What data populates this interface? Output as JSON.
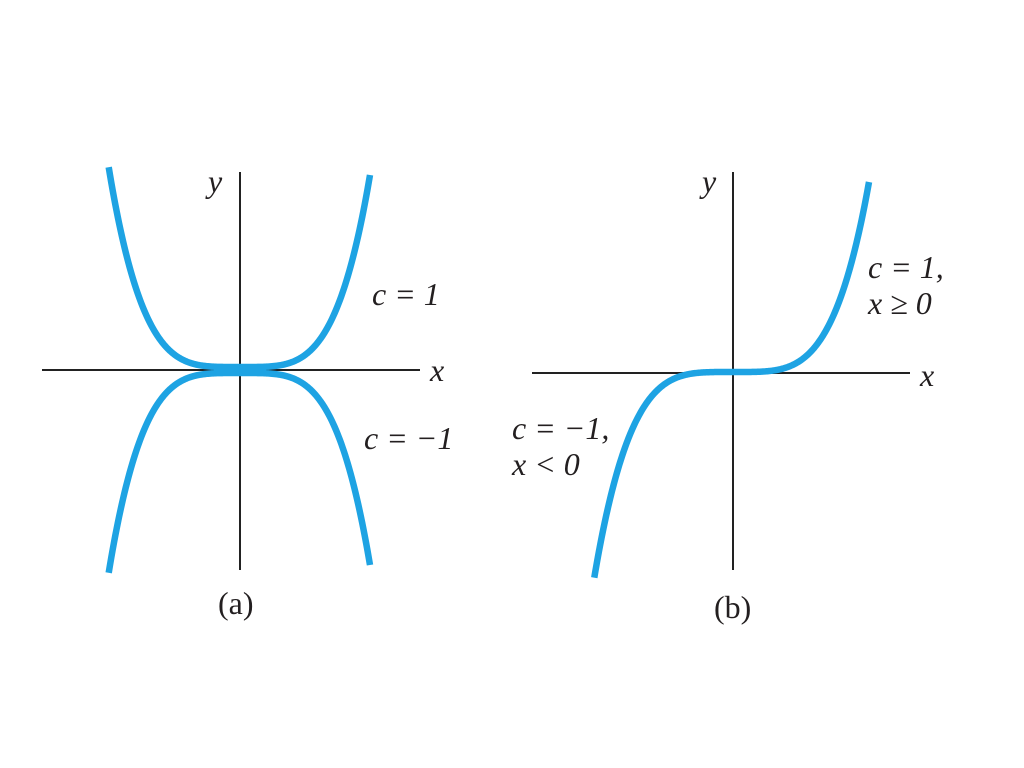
{
  "colors": {
    "curve": "#1ea3e3",
    "axes": "#222222",
    "text": "#231f20"
  },
  "panel_a": {
    "caption": "(a)",
    "x_axis_label": "x",
    "y_axis_label": "y",
    "upper_curve_label": "c = 1",
    "lower_curve_label": "c = −1"
  },
  "panel_b": {
    "caption": "(b)",
    "x_axis_label": "x",
    "y_axis_label": "y",
    "right_curve_label_line1": "c = 1,",
    "right_curve_label_line2": "x ≥ 0",
    "left_curve_label_line1": "c = −1,",
    "left_curve_label_line2": "x < 0"
  }
}
